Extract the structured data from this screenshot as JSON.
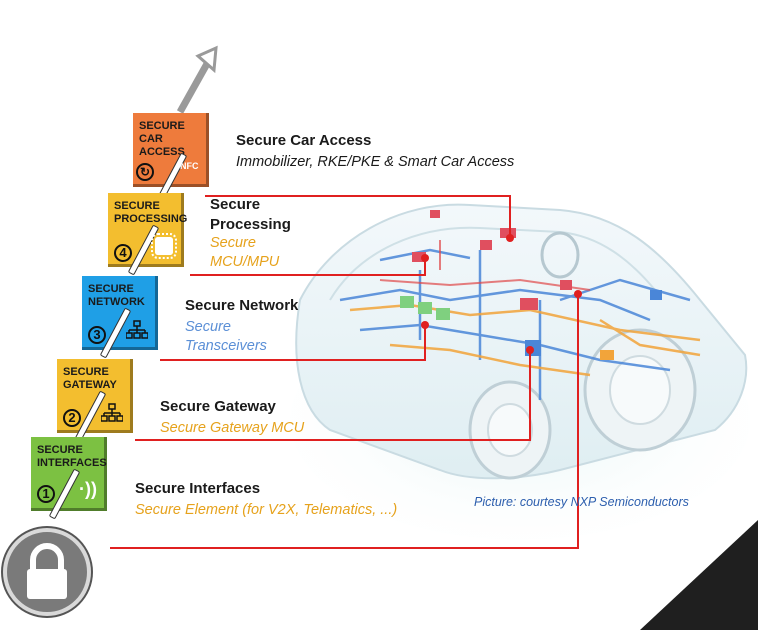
{
  "colors": {
    "car_access": "#ee7b3c",
    "processing": "#f3be2f",
    "network": "#1f9fe6",
    "gateway": "#f3be2f",
    "interfaces": "#7cc142",
    "connector": "#e02020",
    "sub_orange": "#e6a21c",
    "sub_blue": "#5b8fd6",
    "caption_blue": "#2d5fae"
  },
  "blocks": [
    {
      "title": "SECURE\nCAR ACCESS",
      "number": "",
      "icon": "nfc-key-icon",
      "icon_text": "NFC"
    },
    {
      "title": "SECURE\nPROCESSING",
      "number": "4",
      "icon": "chip-icon"
    },
    {
      "title": "SECURE\nNETWORK",
      "number": "3",
      "icon": "network-icon"
    },
    {
      "title": "SECURE\nGATEWAY",
      "number": "2",
      "icon": "network-icon"
    },
    {
      "title": "SECURE\nINTERFACES",
      "number": "1",
      "icon": "wireless-icon"
    }
  ],
  "labels": {
    "car_access": {
      "title": "Secure Car Access",
      "sub": "Immobilizer, RKE/PKE & Smart Car Access"
    },
    "processing": {
      "title": "Secure Processing",
      "sub": "Secure MCU/MPU"
    },
    "network": {
      "title": "Secure Network",
      "sub": "Secure Transceivers"
    },
    "gateway": {
      "title": "Secure Gateway",
      "sub": "Secure Gateway MCU"
    },
    "interfaces": {
      "title": "Secure Interfaces",
      "sub": "Secure Element (for V2X, Telematics, ...)"
    }
  },
  "caption": "Picture: courtesy NXP Semiconductors",
  "lock_icon": "lock-icon"
}
